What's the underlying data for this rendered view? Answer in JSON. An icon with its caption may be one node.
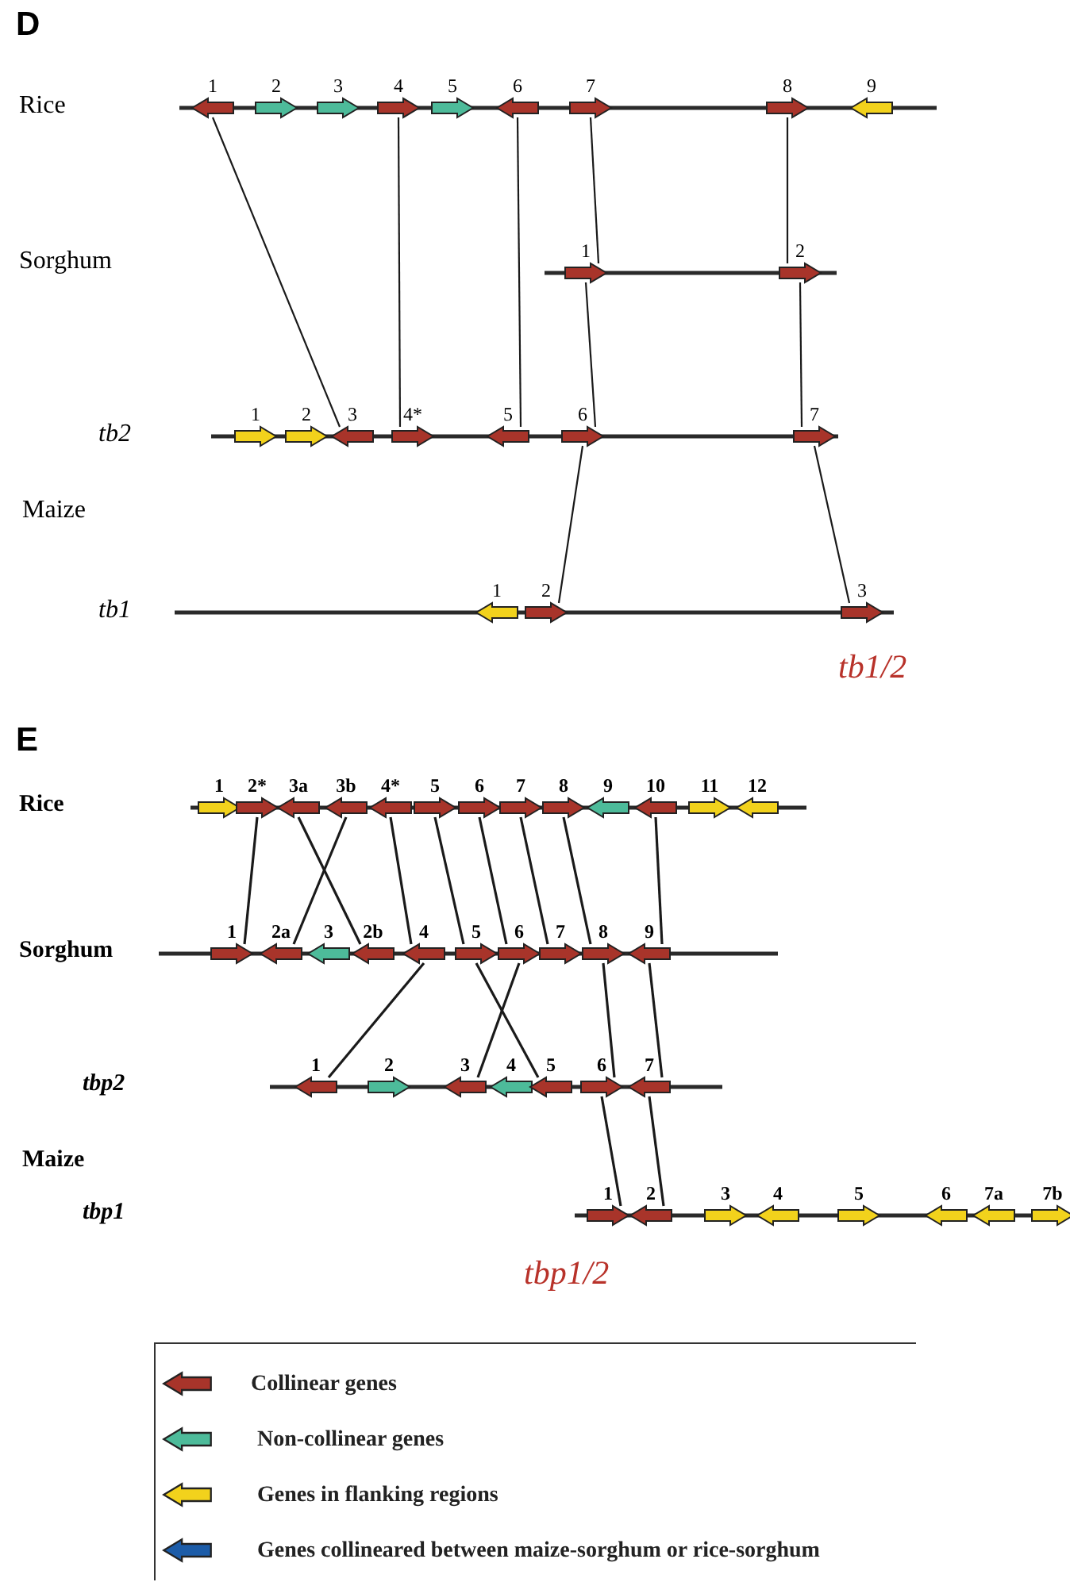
{
  "diagram": {
    "nodes": [
      {
        "text": [
          "1"
        ]
      },
      {
        "text": [
          "2"
        ]
      },
      {
        "text": [
          "3"
        ]
      },
      {
        "text": [
          "4"
        ]
      },
      {
        "text": [
          "5"
        ]
      },
      {
        "text": [
          "6"
        ]
      },
      {
        "text": [
          "7"
        ]
      },
      {
        "text": [
          "8"
        ]
      },
      {
        "text": [
          "9"
        ]
      },
      {
        "text": [
          "1"
        ]
      },
      {
        "text": [
          "2"
        ]
      },
      {
        "text": [
          "1"
        ]
      },
      {
        "text": [
          "2"
        ]
      },
      {
        "text": [
          "3"
        ]
      },
      {
        "text": [
          "4*"
        ]
      },
      {
        "text": [
          "5"
        ]
      },
      {
        "text": [
          "6"
        ]
      },
      {
        "text": [
          "7"
        ]
      },
      {
        "text": [
          "1"
        ]
      },
      {
        "text": [
          "2"
        ]
      },
      {
        "text": [
          "3"
        ]
      },
      {
        "text": [
          "1"
        ]
      },
      {
        "text": [
          "2*"
        ]
      },
      {
        "text": [
          "3a"
        ]
      },
      {
        "text": [
          "3b"
        ]
      },
      {
        "text": [
          "4*"
        ]
      },
      {
        "text": [
          "5"
        ]
      },
      {
        "text": [
          "6"
        ]
      },
      {
        "text": [
          "7"
        ]
      },
      {
        "text": [
          "8"
        ]
      },
      {
        "text": [
          "9"
        ]
      },
      {
        "text": [
          "10"
        ]
      },
      {
        "text": [
          "11"
        ]
      },
      {
        "text": [
          "12"
        ]
      },
      {
        "text": [
          "1"
        ]
      },
      {
        "text": [
          "2a"
        ]
      },
      {
        "text": [
          "3"
        ]
      },
      {
        "text": [
          "2b"
        ]
      },
      {
        "text": [
          "4"
        ]
      },
      {
        "text": [
          "5"
        ]
      },
      {
        "text": [
          "6"
        ]
      },
      {
        "text": [
          "7"
        ]
      },
      {
        "text": [
          "8"
        ]
      },
      {
        "text": [
          "9"
        ]
      },
      {
        "text": [
          "1"
        ]
      },
      {
        "text": [
          "2"
        ]
      },
      {
        "text": [
          "3"
        ]
      },
      {
        "text": [
          "4"
        ]
      },
      {
        "text": [
          "5"
        ]
      },
      {
        "text": [
          "6"
        ]
      },
      {
        "text": [
          "7"
        ]
      },
      {
        "text": [
          "1"
        ]
      },
      {
        "text": [
          "2"
        ]
      },
      {
        "text": [
          "3"
        ]
      },
      {
        "text": [
          "4"
        ]
      },
      {
        "text": [
          "5"
        ]
      },
      {
        "text": [
          "6"
        ]
      },
      {
        "text": [
          "7a"
        ]
      },
      {
        "text": [
          "7b"
        ]
      }
    ],
    "edges": [
      {
        "from": 0,
        "to": 13,
        "arrow": "none"
      },
      {
        "from": 3,
        "to": 14,
        "arrow": "none"
      },
      {
        "from": 5,
        "to": 15,
        "arrow": "none"
      },
      {
        "from": 6,
        "to": 9,
        "arrow": "none"
      },
      {
        "from": 9,
        "to": 16,
        "arrow": "none"
      },
      {
        "from": 7,
        "to": 10,
        "arrow": "none"
      },
      {
        "from": 10,
        "to": 17,
        "arrow": "none"
      },
      {
        "from": 16,
        "to": 19,
        "arrow": "none"
      },
      {
        "from": 17,
        "to": 20,
        "arrow": "none"
      },
      {
        "from": 22,
        "to": 34,
        "arrow": "none"
      },
      {
        "from": 23,
        "to": 37,
        "arrow": "none"
      },
      {
        "from": 24,
        "to": 35,
        "arrow": "none"
      },
      {
        "from": 25,
        "to": 38,
        "arrow": "none"
      },
      {
        "from": 26,
        "to": 39,
        "arrow": "none"
      },
      {
        "from": 27,
        "to": 40,
        "arrow": "none"
      },
      {
        "from": 28,
        "to": 41,
        "arrow": "none"
      },
      {
        "from": 29,
        "to": 42,
        "arrow": "none"
      },
      {
        "from": 31,
        "to": 43,
        "arrow": "none"
      },
      {
        "from": 38,
        "to": 44,
        "arrow": "none"
      },
      {
        "from": 40,
        "to": 46,
        "arrow": "none"
      },
      {
        "from": 39,
        "to": 48,
        "arrow": "none"
      },
      {
        "from": 42,
        "to": 49,
        "arrow": "none"
      },
      {
        "from": 49,
        "to": 51,
        "arrow": "none"
      },
      {
        "from": 43,
        "to": 50,
        "arrow": "none"
      },
      {
        "from": 50,
        "to": 52,
        "arrow": "none"
      }
    ],
    "labels": [
      "D",
      "Rice",
      "Sorghum",
      "tb2",
      "Maize",
      "tb1",
      "tb1/2",
      "E",
      "Rice",
      "Sorghum",
      "tbp2",
      "Maize",
      "tbp1",
      "tbp1/2"
    ],
    "legend": [
      {
        "text": "Collinear genes",
        "color": "#a8342a"
      },
      {
        "text": "Non-collinear genes",
        "color": "#4dbb9a"
      },
      {
        "text": "Genes in flanking regions",
        "color": "#f2d21c"
      },
      {
        "text": "Genes collineared between maize-sorghum or rice-sorghum",
        "color": "#1c5ca8"
      }
    ]
  }
}
